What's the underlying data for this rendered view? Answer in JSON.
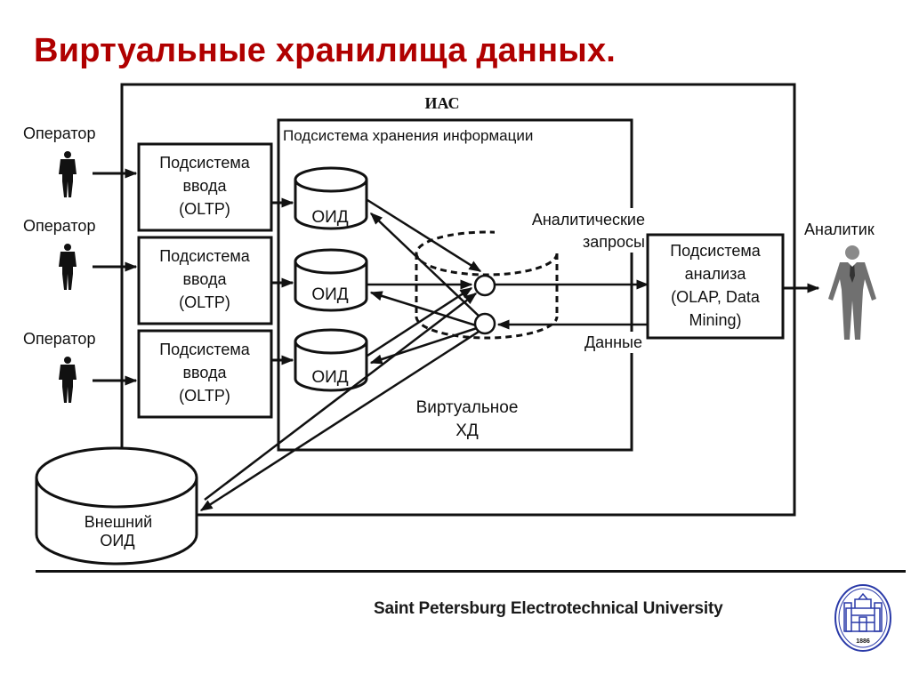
{
  "title": "Виртуальные хранилища данных.",
  "diagram": {
    "outer_box_label": "ИАС",
    "storage_subsystem_label": "Подсистема хранения информации",
    "operators": [
      {
        "label": "Оператор"
      },
      {
        "label": "Оператор"
      },
      {
        "label": "Оператор"
      }
    ],
    "input_subsystems": [
      {
        "line1": "Подсистема",
        "line2": "ввода",
        "line3": "(OLTP)"
      },
      {
        "line1": "Подсистема",
        "line2": "ввода",
        "line3": "(OLTP)"
      },
      {
        "line1": "Подсистема",
        "line2": "ввода",
        "line3": "(OLTP)"
      }
    ],
    "databases": [
      {
        "label": "ОИД"
      },
      {
        "label": "ОИД"
      },
      {
        "label": "ОИД"
      }
    ],
    "analytic_queries_label": {
      "line1": "Аналитические",
      "line2": "запросы"
    },
    "data_label": "Данные",
    "virtual_dw_label": {
      "line1": "Виртуальное",
      "line2": "ХД"
    },
    "analysis_subsystem": {
      "line1": "Подсистема",
      "line2": "анализа",
      "line3": "(OLAP, Data",
      "line4": "Mining)"
    },
    "analyst_label": "Аналитик",
    "external_db": {
      "line1": "Внешний",
      "line2": "ОИД"
    }
  },
  "footer": {
    "university": "Saint Petersburg Electrotechnical University",
    "logo_year": "1886"
  },
  "colors": {
    "title": "#b00000",
    "analyst_figure": "#707070",
    "logo": "#2a3aa8"
  }
}
